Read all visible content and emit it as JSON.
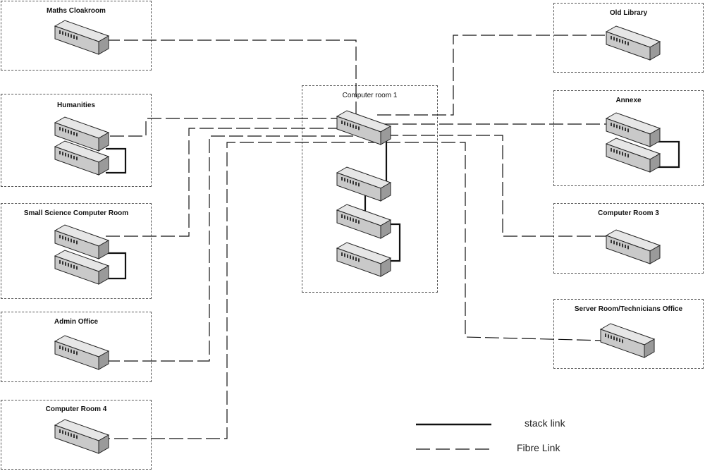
{
  "rooms": {
    "maths_cloakroom": "Maths Cloakroom",
    "humanities": "Humanities",
    "small_science": "Small Science Computer Room",
    "admin_office": "Admin Office",
    "computer_room_4": "Computer Room 4",
    "computer_room_1": "Computer room 1",
    "old_library": "Old Library",
    "annexe": "Annexe",
    "computer_room_3": "Computer Room 3",
    "server_room": "Server Room/Technicians Office"
  },
  "legend": {
    "stack_link": "stack link",
    "fibre_link": "Fibre Link"
  },
  "colors": {
    "box_border": "#555555",
    "line": "#111111",
    "switch_top": "#e6e6e6",
    "switch_side": "#9a9a9a"
  }
}
